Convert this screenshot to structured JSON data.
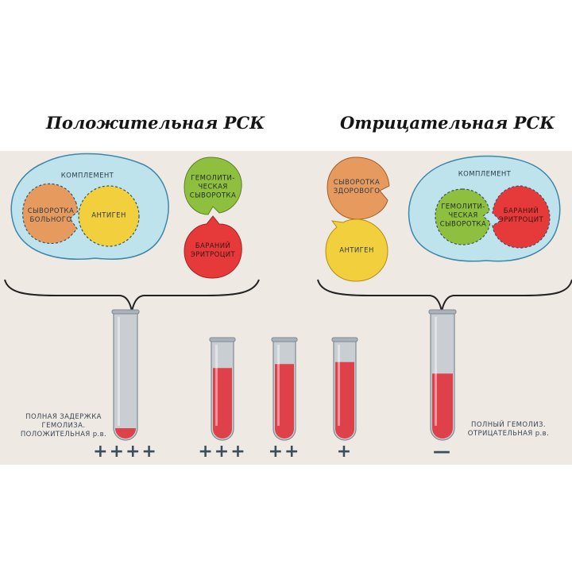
{
  "titles": {
    "positive": "Положительная РСК",
    "negative": "Отрицательная РСК"
  },
  "labels": {
    "complement_left": "КОМПЛЕМЕНТ",
    "patient_serum": "СЫВОРОТКА\nБОЛЬНОГО",
    "antigen_left": "АНТИГЕН",
    "hemolytic_serum_top": "ГЕМОЛИТИ-\nЧЕСКАЯ\nСЫВОРОТКА",
    "sheep_rbc_top": "БАРАНИЙ\nЭРИТРОЦИТ",
    "healthy_serum": "СЫВОРОТКА\nЗДОРОВОГО",
    "antigen_right": "АНТИГЕН",
    "complement_right": "КОМПЛЕМЕНТ",
    "hemolytic_serum_right": "ГЕМОЛИТИ-\nЧЕСКАЯ\nСЫВОРОТКА",
    "sheep_rbc_right": "БАРАНИЙ\nЭРИТРОЦИТ"
  },
  "captions": {
    "positive": "ПОЛНАЯ ЗАДЕРЖКА\nГЕМОЛИЗА.\nПОЛОЖИТЕЛЬНАЯ р.в.",
    "negative": "ПОЛНЫЙ ГЕМОЛИЗ.\nОТРИЦАТЕЛЬНАЯ р.в."
  },
  "tubes": [
    {
      "sign": "++++",
      "red_fill": 0.06
    },
    {
      "sign": "+++",
      "red_fill": 0.72
    },
    {
      "sign": "++",
      "red_fill": 0.76
    },
    {
      "sign": "+",
      "red_fill": 0.78
    },
    {
      "sign": "—",
      "red_fill": 0.52
    }
  ],
  "colors": {
    "complement_fill": "#bfe3ec",
    "complement_stroke": "#3d87a8",
    "serum_orange": "#e79a5e",
    "antigen_yellow": "#f2cf3c",
    "hemolytic_green": "#8fbf3f",
    "rbc_red": "#e63a3a",
    "tube_glass": "#c9ced3",
    "tube_blood": "#e0353e"
  }
}
